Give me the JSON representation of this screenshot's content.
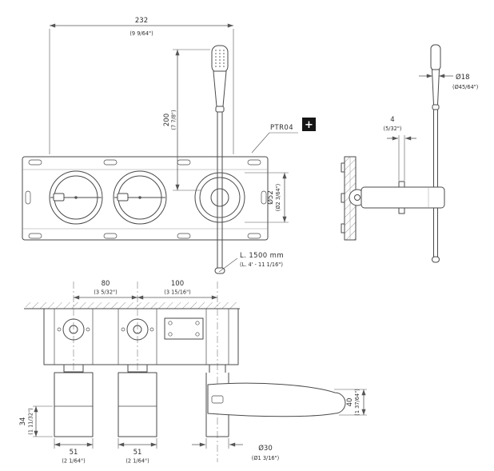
{
  "product": {
    "code": "PTR04"
  },
  "icons": {
    "plus": "+"
  },
  "front_view": {
    "width_mm": "232",
    "width_in": "(9 9/64\")",
    "height_mm": "200",
    "height_in": "(7 7/8\")",
    "valve_diameter_mm": "Ø52",
    "valve_diameter_in": "(Ø2 3/64\")",
    "hose_length_mm": "L. 1500 mm",
    "hose_length_in": "(L. 4' - 11 1/16\")"
  },
  "side_view": {
    "handshower_diameter_mm": "Ø18",
    "handshower_diameter_in": "(Ø45/64\")",
    "thickness_mm": "4",
    "thickness_in": "(5/32\")"
  },
  "bottom_view": {
    "spacing_left_mm": "80",
    "spacing_left_in": "(3 5/32\")",
    "spacing_right_mm": "100",
    "spacing_right_in": "(3 15/16\")",
    "projection_mm": "34",
    "projection_in": "(1 11/32\")",
    "trim_left_mm": "51",
    "trim_left_in": "(2 1/64\")",
    "trim_right_mm": "51",
    "trim_right_in": "(2 1/64\")",
    "spout_diameter_mm": "Ø30",
    "spout_diameter_in": "(Ø1 3/16\")",
    "lever_mm": "40",
    "lever_in": "(1 37/64\")"
  }
}
